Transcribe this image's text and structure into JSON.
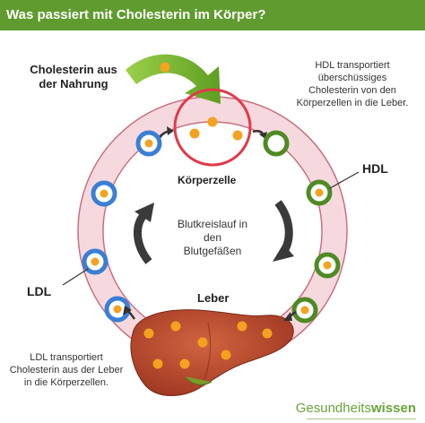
{
  "header": {
    "title": "Was passiert mit Cholesterin im Körper?"
  },
  "labels": {
    "food_line1": "Cholesterin aus",
    "food_line2": "der Nahrung",
    "hdl_desc": [
      "HDL transportiert",
      "überschüssiges",
      "Cholesterin von den",
      "Körperzellen in die Leber."
    ],
    "body_cell": "Körperzelle",
    "hdl": "HDL",
    "circulation": [
      "Blutkreislauf in",
      "den",
      "Blutgefäßen"
    ],
    "ldl": "LDL",
    "liver": "Leber",
    "ldl_desc": [
      "LDL transportiert",
      "Cholesterin aus der Leber",
      "in die Körperzellen."
    ]
  },
  "brand": {
    "part1": "Gesundheits",
    "part2": "wissen"
  },
  "colors": {
    "header": "#5f9b2e",
    "ring_fill": "#f6d9df",
    "ring_stroke": "#c8707f",
    "cell_circle": "#e03a4a",
    "cholesterol_dot": "#f4a21f",
    "ldl_ring": "#3a7fd4",
    "hdl_ring": "#4f8a24",
    "liver": "#b5452a",
    "green_arrow": "#74b532",
    "dark_arrow": "#3a3a3a"
  },
  "icons": [
    "green-arrow-icon",
    "circulation-arrow-icon",
    "liver-icon",
    "cell-icon"
  ]
}
